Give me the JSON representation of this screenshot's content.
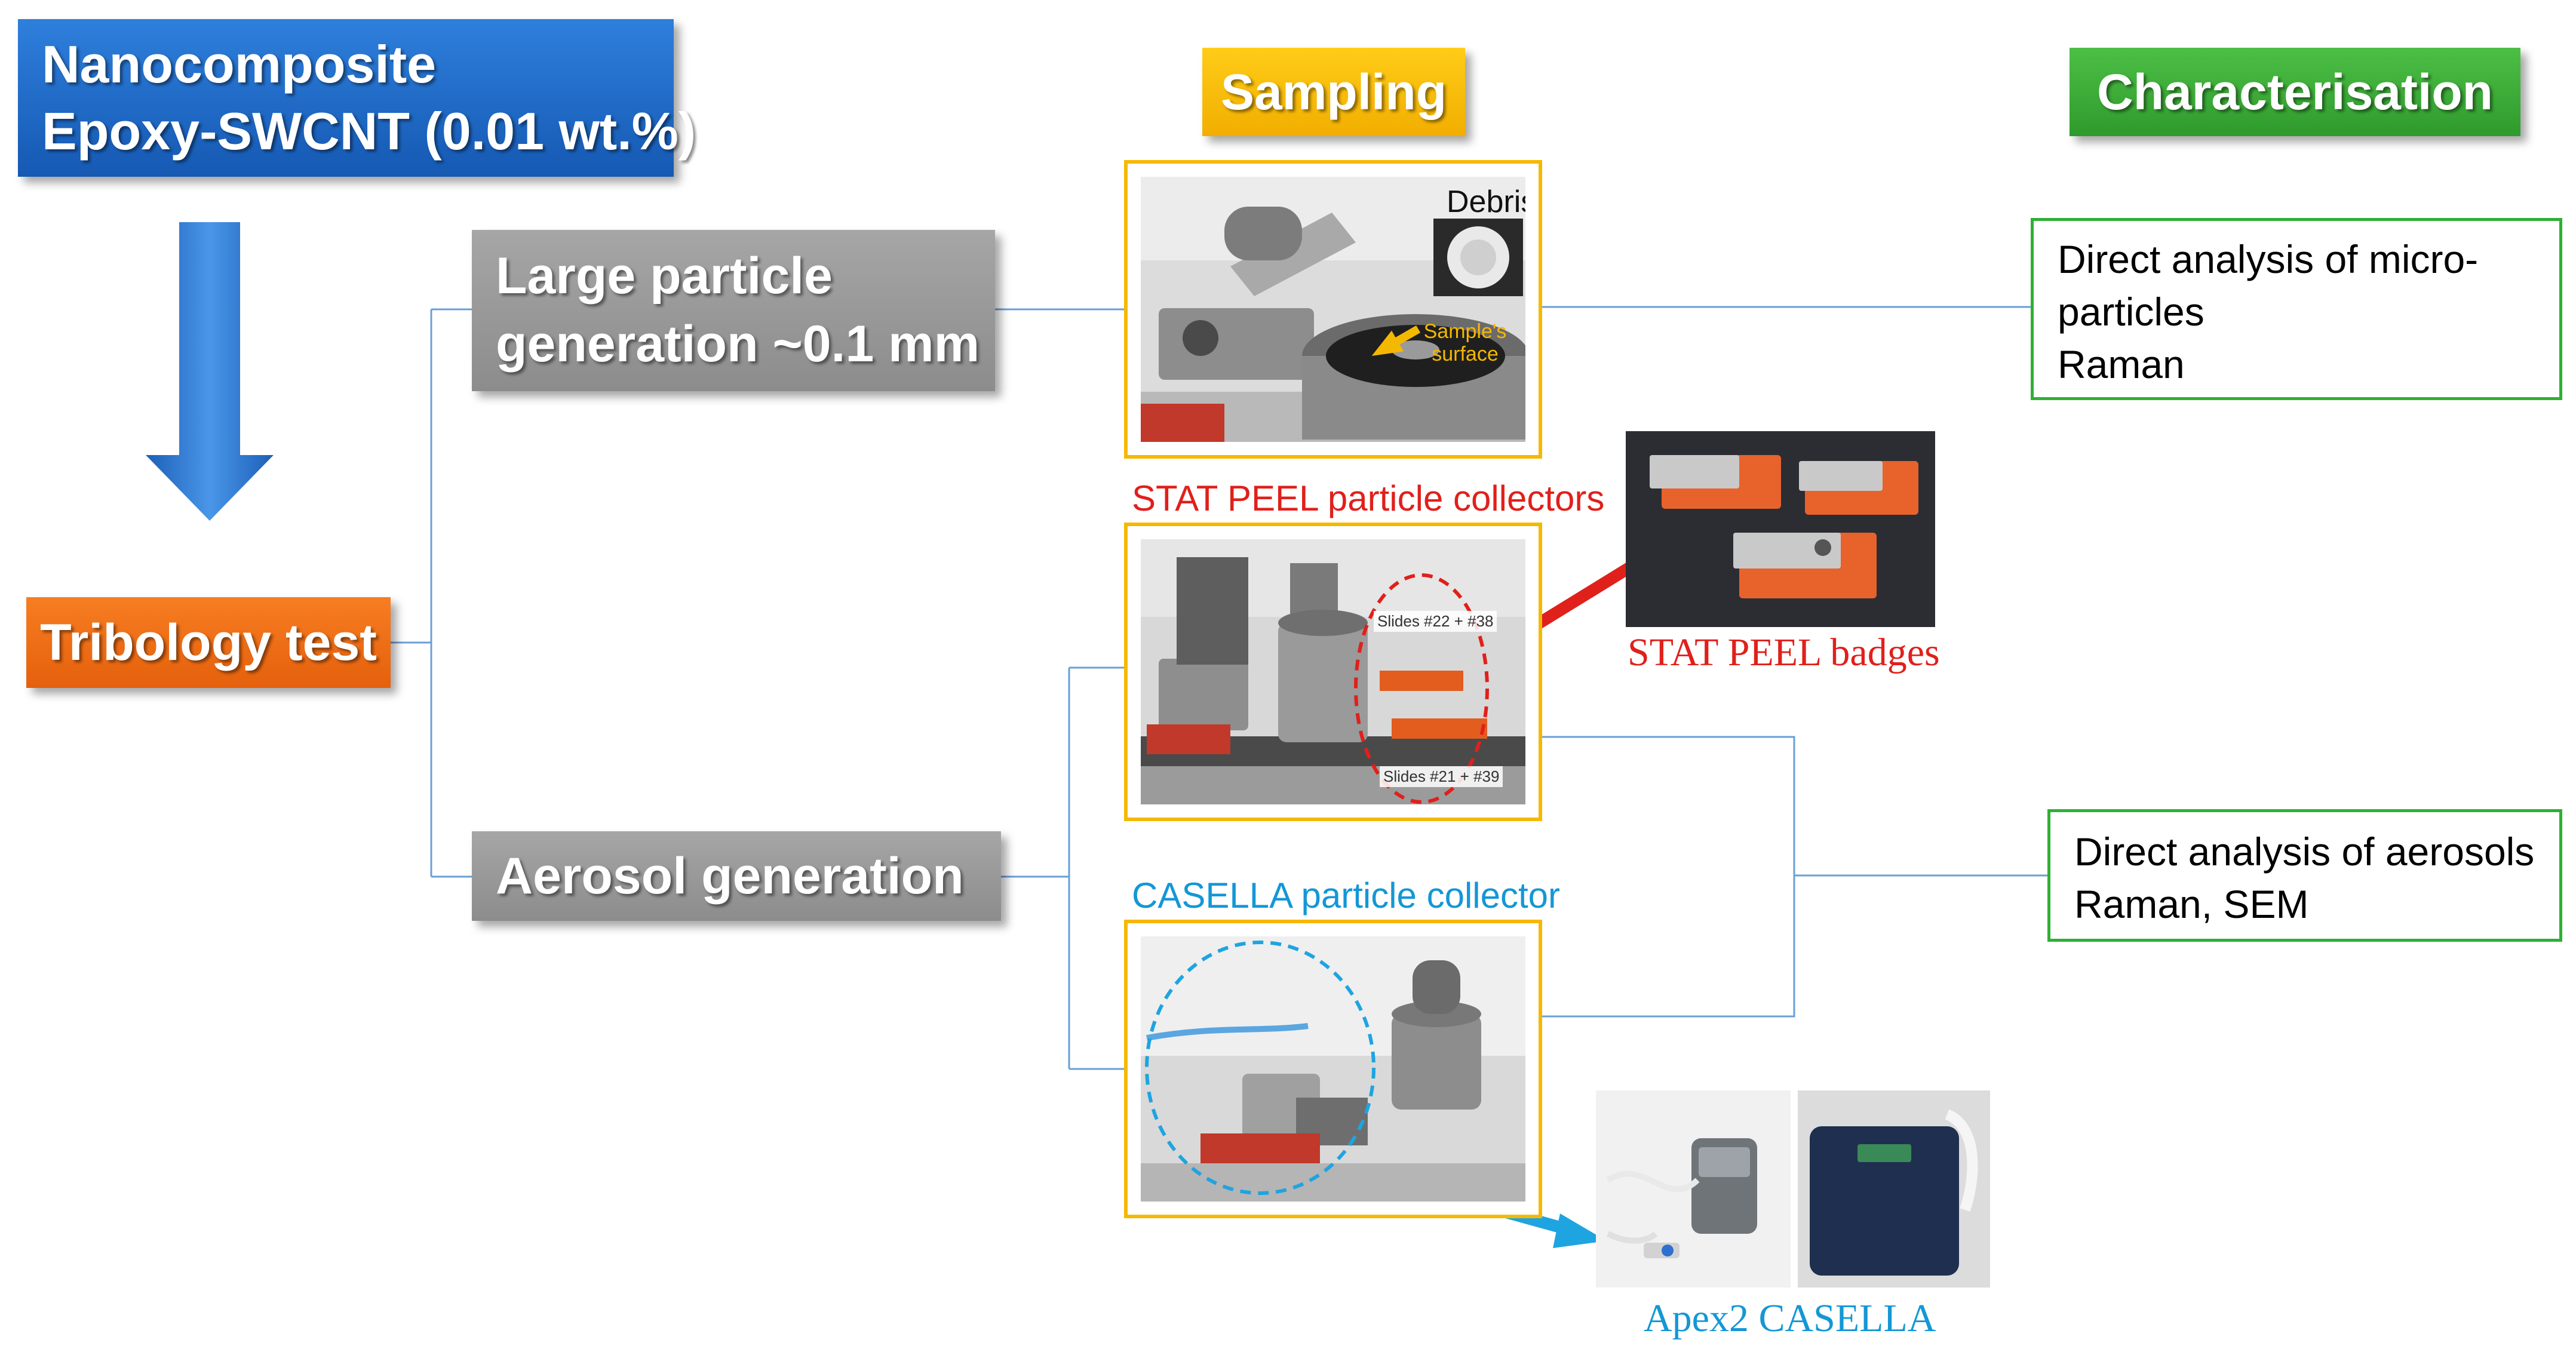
{
  "input": {
    "title_lines": [
      "Nanocomposite",
      "Epoxy-SWCNT (0.01 wt.%)"
    ],
    "color": "#1a63c2"
  },
  "test": {
    "label": "Tribology test",
    "color": "#f26f15"
  },
  "generation": {
    "large_lines": [
      "Large particle",
      "generation ~0.1 mm"
    ],
    "aerosol": "Aerosol generation",
    "color": "#999999"
  },
  "columns": {
    "sampling": "Sampling",
    "characterisation": "Characterisation",
    "sampling_color": "#fbbc09",
    "characterisation_color": "#3bab38"
  },
  "photos": {
    "debris_label": "Debris",
    "sample_surface_label": "Sample's surface",
    "slides_top": "Slides #22 + #38",
    "slides_bottom": "Slides #21 + #39"
  },
  "collectors": {
    "stat_peel_caption": "STAT PEEL particle collectors",
    "stat_peel_badges": "STAT PEEL badges",
    "casella_caption": "CASELLA particle collector",
    "apex_label": "Apex2 CASELLA",
    "red": "#e0201b",
    "blue": "#1497d6"
  },
  "analysis": {
    "micro_lines": [
      "Direct analysis of micro-",
      "particles",
      "Raman"
    ],
    "aerosol_lines": [
      "Direct analysis of aerosols",
      "Raman, SEM"
    ],
    "border_color": "#2eb034"
  },
  "icons": [
    "down-arrow-icon",
    "red-pointer-arrow-icon",
    "blue-pointer-arrow-icon"
  ]
}
